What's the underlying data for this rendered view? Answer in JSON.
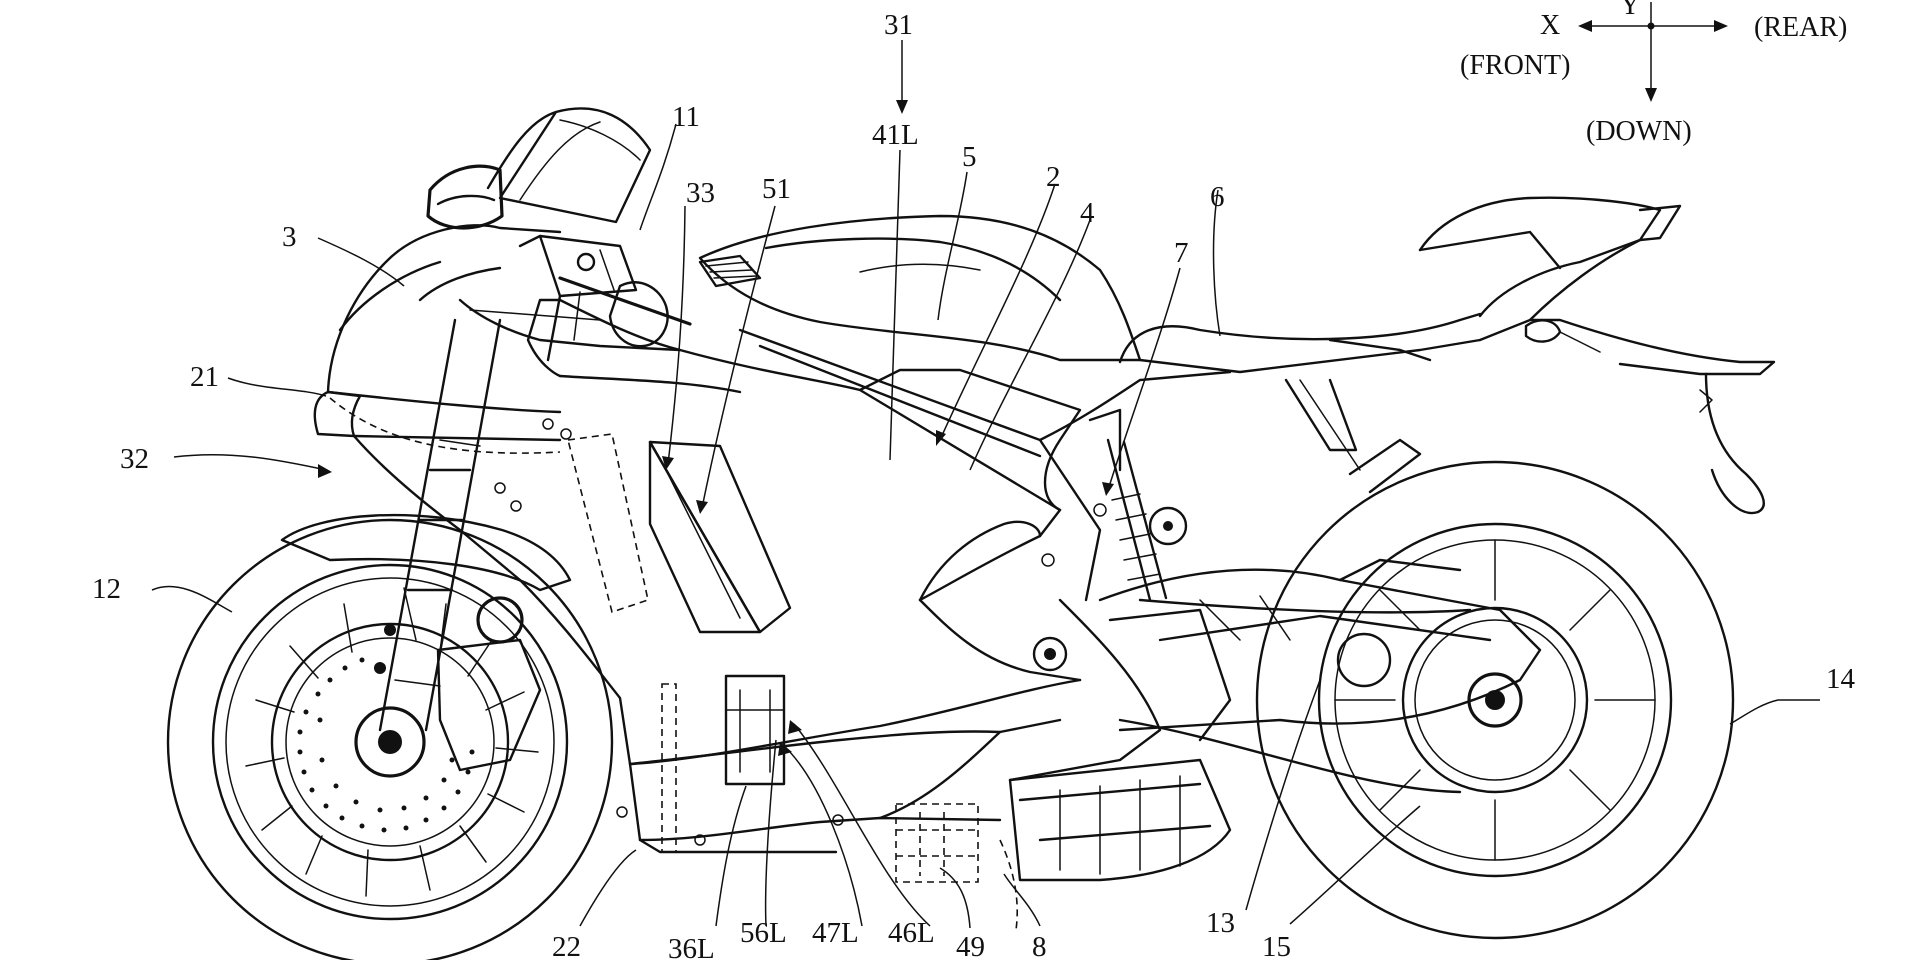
{
  "axes_legend": {
    "x": "X",
    "y": "Y",
    "front": "(FRONT)",
    "rear": "(REAR)",
    "down": "(DOWN)"
  },
  "labels": {
    "l31": "31",
    "l41L": "41L",
    "l11": "11",
    "l5": "5",
    "l2": "2",
    "l4": "4",
    "l33": "33",
    "l51": "51",
    "l6": "6",
    "l3": "3",
    "l7": "7",
    "l21": "21",
    "l32": "32",
    "l12": "12",
    "l14": "14",
    "l22": "22",
    "l36L": "36L",
    "l56L": "56L",
    "l47L": "47L",
    "l46L": "46L",
    "l49": "49",
    "l8": "8",
    "l13": "13",
    "l15": "15"
  }
}
